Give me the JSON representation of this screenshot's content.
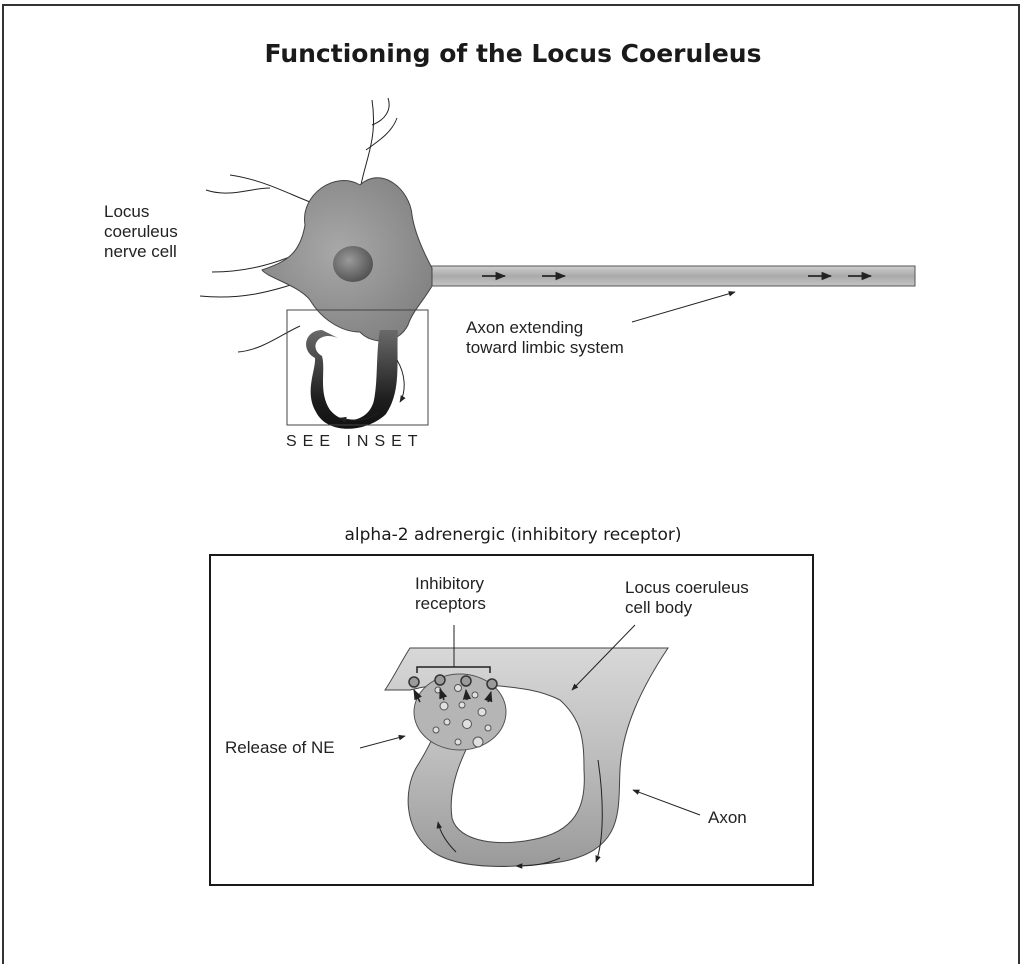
{
  "title": "Functioning of the Locus Coeruleus",
  "top_figure": {
    "cell_label_lines": [
      "Locus",
      "coeruleus",
      "nerve cell"
    ],
    "axon_label_lines": [
      "Axon extending",
      "toward limbic system"
    ],
    "inset_caption": "SEE INSET"
  },
  "inset": {
    "heading": "alpha-2 adrenergic (inhibitory receptor)",
    "receptors_label_lines": [
      "Inhibitory",
      "receptors"
    ],
    "cell_body_label_lines": [
      "Locus coeruleus",
      "cell body"
    ],
    "release_label": "Release of NE",
    "axon_label": "Axon"
  }
}
